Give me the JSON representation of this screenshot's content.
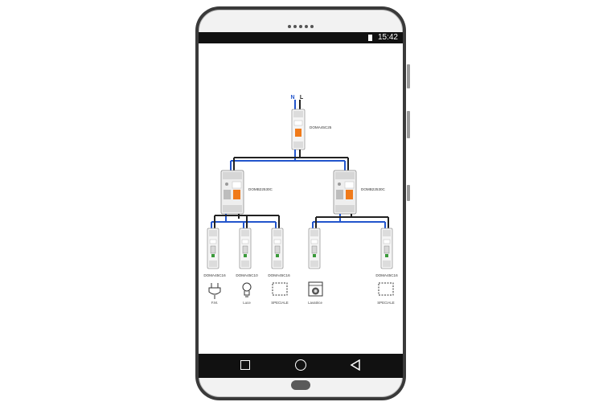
{
  "status_bar": {
    "time": "15:42",
    "battery_icon": "battery-icon"
  },
  "diagram": {
    "supply": {
      "n_label": "N",
      "l_label": "L"
    },
    "main_breaker": {
      "label": "DOMA45C25"
    },
    "rcd_breakers": [
      {
        "label": "DOMB22530C"
      },
      {
        "label": "DOMB22530C"
      }
    ],
    "circuits": [
      {
        "breaker_label": "DOMA45C16",
        "load_label": "F.M.",
        "load_icon": "socket-icon"
      },
      {
        "breaker_label": "DOMA45C10",
        "load_label": "Luce",
        "load_icon": "bulb-icon"
      },
      {
        "breaker_label": "DOMA45C16",
        "load_label": "SPECIALE",
        "load_icon": "special-load-icon"
      },
      {
        "breaker_label": "",
        "load_label": "Lavatrice",
        "load_icon": "washing-machine-icon"
      },
      {
        "breaker_label": "DOMA45C16",
        "load_label": "SPECIALE",
        "load_icon": "special-load-icon"
      }
    ],
    "colors": {
      "neutral_wire": "#2255cc",
      "line_wire": "#222222",
      "handle": "#f07a1a"
    }
  },
  "navigation": {
    "back_icon": "back-icon",
    "home_icon": "home-icon",
    "recent_icon": "recent-apps-icon"
  }
}
